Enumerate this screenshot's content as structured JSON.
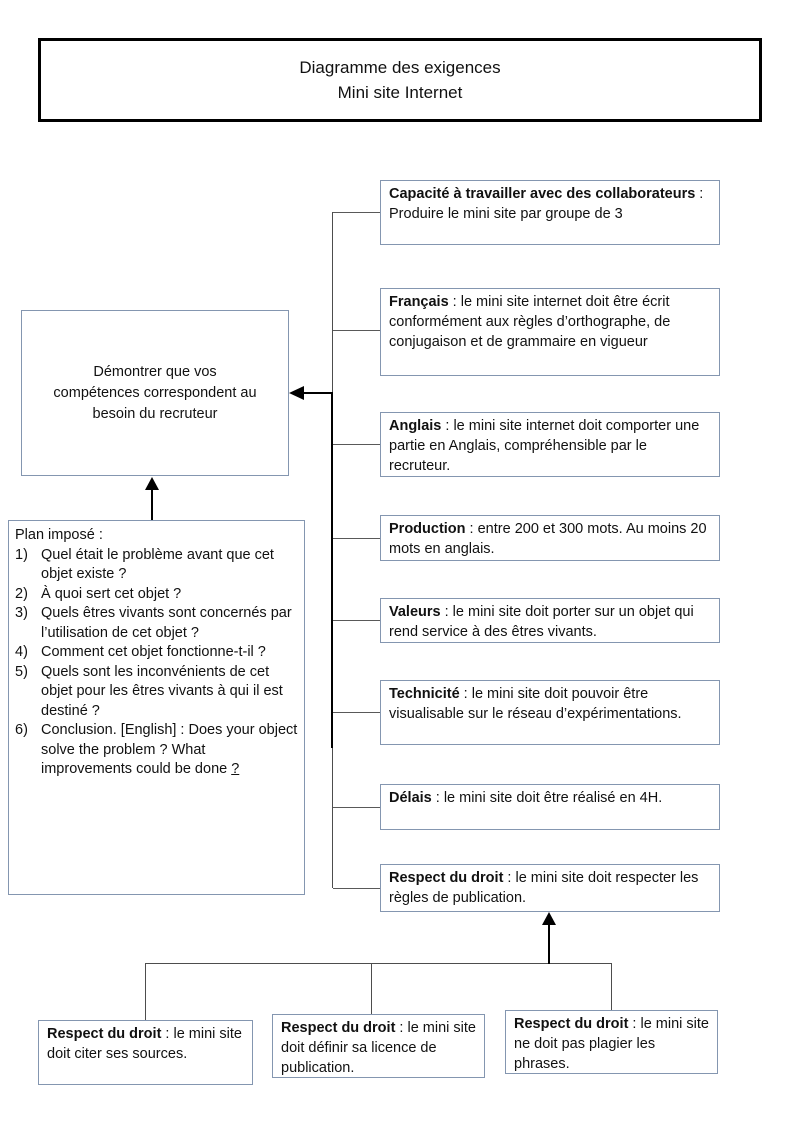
{
  "title": {
    "line1": "Diagramme des exigences",
    "line2": "Mini site Internet"
  },
  "goal_box": {
    "text": "Démontrer que vos compétences correspondent au besoin du recruteur"
  },
  "plan_box": {
    "heading": "Plan imposé :",
    "items": [
      {
        "num": "1)",
        "text": "Quel était le problème avant que cet objet existe ?"
      },
      {
        "num": "2)",
        "text": "À quoi sert cet objet ?"
      },
      {
        "num": "3)",
        "text": "Quels êtres vivants sont concernés par l’utilisation de cet objet ?"
      },
      {
        "num": "4)",
        "text": "Comment cet objet fonctionne-t-il ?"
      },
      {
        "num": "5)",
        "text": "Quels sont les inconvénients de cet objet pour les êtres vivants à qui il est destiné ?"
      },
      {
        "num": "6)",
        "text": "Conclusion. [English] : Does your object solve the problem ? What improvements could be done",
        "underlined_suffix": "?"
      }
    ]
  },
  "requirements": [
    {
      "label": "Capacité à travailler avec des collaborateurs",
      "text": " : Produire le mini site par groupe de 3"
    },
    {
      "label": "Français",
      "text": " : le mini site internet doit être écrit conformément aux règles d’orthographe, de conjugaison et de grammaire en vigueur"
    },
    {
      "label": "Anglais",
      "text": " : le mini site internet doit comporter une partie en Anglais, compréhensible par le recruteur."
    },
    {
      "label": "Production",
      "text": " : entre 200 et 300 mots. Au moins 20 mots en anglais."
    },
    {
      "label": "Valeurs",
      "text": " : le mini site doit porter sur un objet qui rend service à des êtres vivants."
    },
    {
      "label": "Technicité",
      "text": " : le mini site doit pouvoir être visualisable sur le réseau d’expérimentations."
    },
    {
      "label": "Délais",
      "text": " : le mini site doit être réalisé en 4H."
    },
    {
      "label": "Respect du droit",
      "text": " : le mini site doit respecter les règles de publication."
    }
  ],
  "sub_requirements": [
    {
      "label": "Respect du droit",
      "text": " : le mini site doit citer ses sources."
    },
    {
      "label": "Respect du droit",
      "text": " : le mini site doit définir sa licence de publication."
    },
    {
      "label": "Respect du droit",
      "text": " : le mini site ne doit pas plagier les phrases."
    }
  ],
  "colors": {
    "box_border": "#8496b0",
    "title_border": "#000000",
    "connector": "#4d4d4d",
    "arrow": "#000000"
  }
}
